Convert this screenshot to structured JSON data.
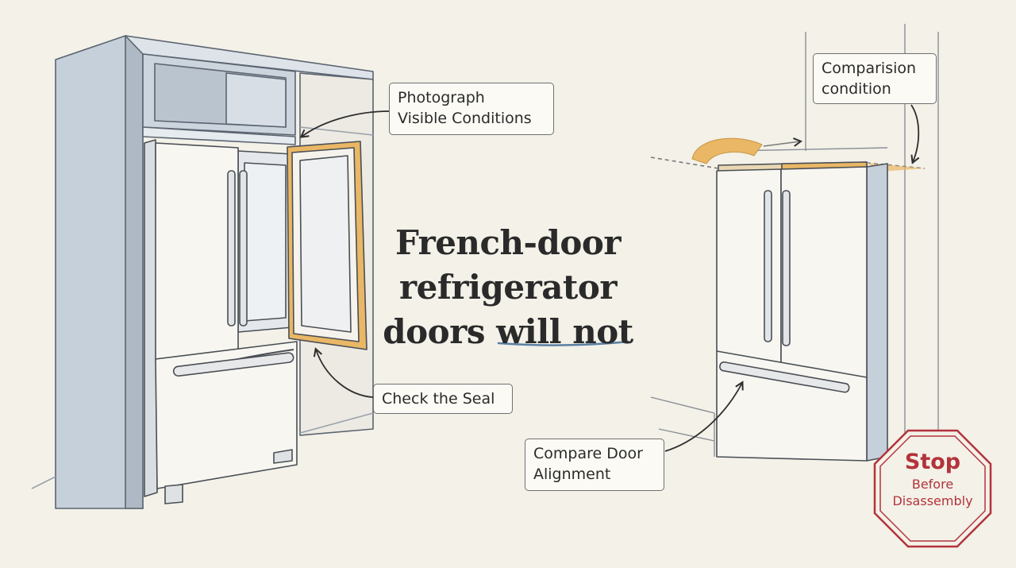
{
  "headline": {
    "line1": "French-door",
    "line2": "refrigerator",
    "line3_start": "doors ",
    "line3_emphasis": "will not"
  },
  "callouts": {
    "photograph": {
      "line1": "Photograph",
      "line2": "Visible Conditions"
    },
    "seal": {
      "line1": "Check the Seal"
    },
    "comparison": {
      "line1": "Comparision",
      "line2": "condition"
    },
    "alignment": {
      "line1": "Compare Door",
      "line2": "Alignment"
    }
  },
  "stop_sign": {
    "title": "Stop",
    "line1": "Before",
    "line2": "Disassembly"
  },
  "colors": {
    "background": "#f3f1e8",
    "cabinet_blue": "#c6d0da",
    "appliance_white": "#f7f6f1",
    "gasket_amber": "#e9b765",
    "stop_red": "#b3333b",
    "underline_blue": "#5a7fa3",
    "ink": "#4a4f55"
  },
  "icons": {
    "arrow": "curved-arrow-icon",
    "stop": "octagon-stop-icon"
  }
}
